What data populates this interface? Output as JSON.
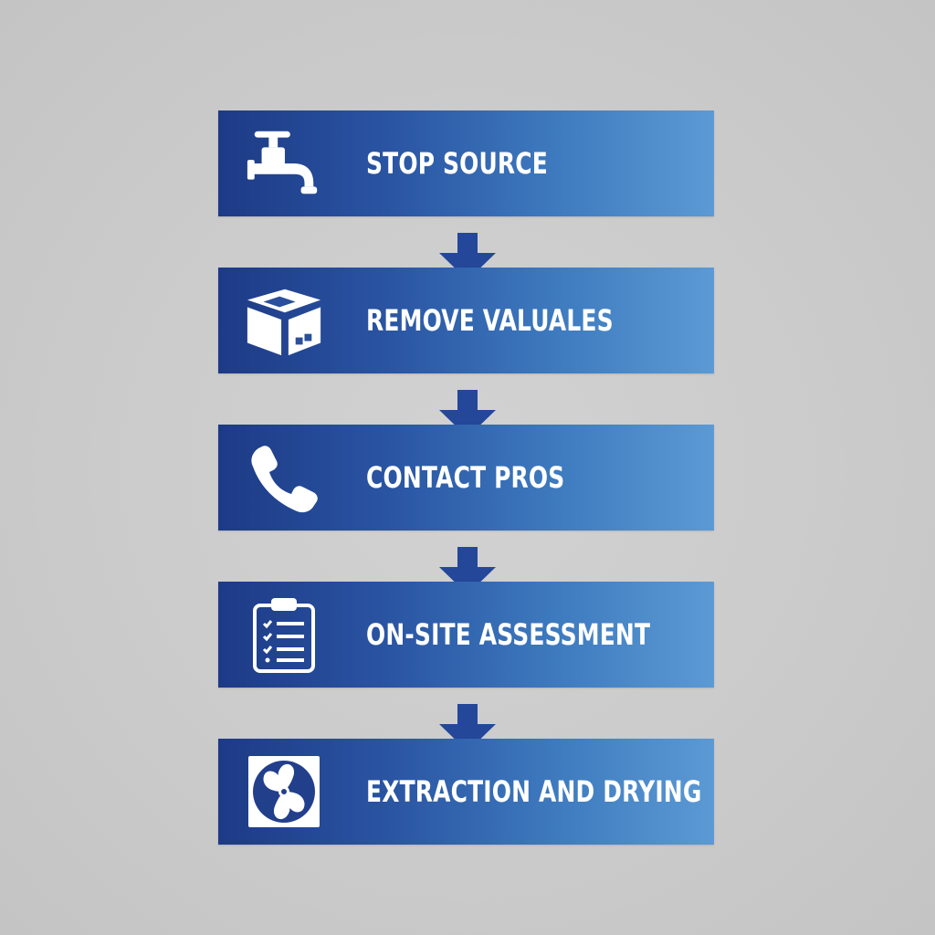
{
  "steps": [
    {
      "label": "STOP SOURCE",
      "icon": "faucet-icon"
    },
    {
      "label": "REMOVE VALUALES",
      "icon": "box-icon"
    },
    {
      "label": "CONTACT PROS",
      "icon": "phone-icon"
    },
    {
      "label": "ON-SITE ASSESSMENT",
      "icon": "clipboard-checklist-icon"
    },
    {
      "label": "EXTRACTION AND DRYING",
      "icon": "fan-icon"
    }
  ],
  "colors": {
    "background": "#cbcbcb",
    "bar_dark": "#1d3a86",
    "bar_light": "#5b9ad4",
    "arrow": "#24479a",
    "text": "#ffffff"
  }
}
